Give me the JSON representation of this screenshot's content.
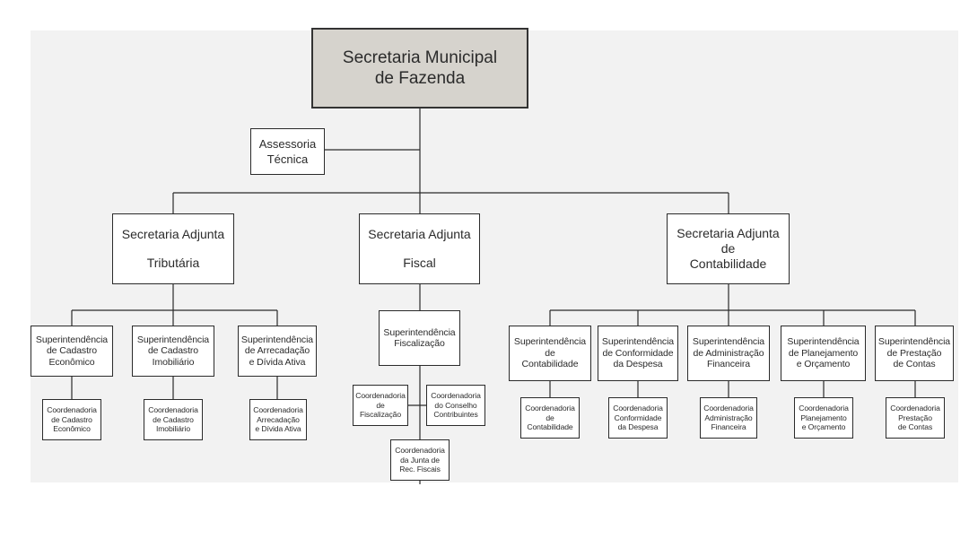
{
  "diagram": {
    "root": {
      "lines": [
        "Secretaria Municipal",
        "de Fazenda"
      ]
    },
    "advisory": {
      "lines": [
        "Assessoria",
        "Técnica"
      ]
    },
    "adjuncts": {
      "tributaria": {
        "lines": [
          "Secretaria Adjunta",
          "Tributária"
        ]
      },
      "fiscal": {
        "lines": [
          "Secretaria Adjunta",
          "Fiscal"
        ]
      },
      "contabilidade": {
        "lines": [
          "Secretaria Adjunta",
          "de",
          "Contabilidade"
        ]
      }
    },
    "superintendencies": {
      "cadastro_economico": {
        "lines": [
          "Superintendência",
          "de Cadastro",
          "Econômico"
        ]
      },
      "cadastro_imobiliario": {
        "lines": [
          "Superintendência",
          "de Cadastro",
          "Imobiliário"
        ]
      },
      "arrecadacao": {
        "lines": [
          "Superintendência",
          "de Arrecadação",
          "e Dívida Ativa"
        ]
      },
      "fiscalizacao": {
        "lines": [
          "Superintendência",
          "Fiscalização"
        ]
      },
      "contabilidade": {
        "lines": [
          "Superintendência",
          "de",
          "Contabilidade"
        ]
      },
      "conformidade": {
        "lines": [
          "Superintendência",
          "de Conformidade",
          "da Despesa"
        ]
      },
      "administracao": {
        "lines": [
          "Superintendência",
          "de Administração",
          "Financeira"
        ]
      },
      "planejamento": {
        "lines": [
          "Superintendência",
          "de Planejamento",
          "e Orçamento"
        ]
      },
      "prestacao": {
        "lines": [
          "Superintendência",
          "de Prestação",
          "de Contas"
        ]
      }
    },
    "coordinations": {
      "cadastro_economico": {
        "lines": [
          "Coordenadoria",
          "de Cadastro",
          "Econômico"
        ]
      },
      "cadastro_imobiliario": {
        "lines": [
          "Coordenadoria",
          "de Cadastro",
          "Imobiliário"
        ]
      },
      "arrecadacao": {
        "lines": [
          "Coordenadoria",
          "Arrecadação",
          "e Dívida Ativa"
        ]
      },
      "fiscalizacao": {
        "lines": [
          "Coordenadoria",
          "de",
          "Fiscalização"
        ]
      },
      "conselho": {
        "lines": [
          "Coordenadoria",
          "do Conselho",
          "Contribuintes"
        ]
      },
      "junta": {
        "lines": [
          "Coordenadoria",
          "da Junta de",
          "Rec. Fiscais"
        ]
      },
      "contabilidade": {
        "lines": [
          "Coordenadoria",
          "de",
          "Contabilidade"
        ]
      },
      "conformidade": {
        "lines": [
          "Coordenadoria",
          "Conformidade",
          "da Despesa"
        ]
      },
      "administracao": {
        "lines": [
          "Coordenadoria",
          "Administração",
          "Financeira"
        ]
      },
      "planejamento": {
        "lines": [
          "Coordenadoria",
          "Planejamento",
          "e Orçamento"
        ]
      },
      "prestacao": {
        "lines": [
          "Coordenadoria",
          "Prestação",
          "de Contas"
        ]
      }
    },
    "colors": {
      "root_fill": "#d6d3cd",
      "panel": "#f2f2f2",
      "line": "#2b2b2b"
    }
  }
}
